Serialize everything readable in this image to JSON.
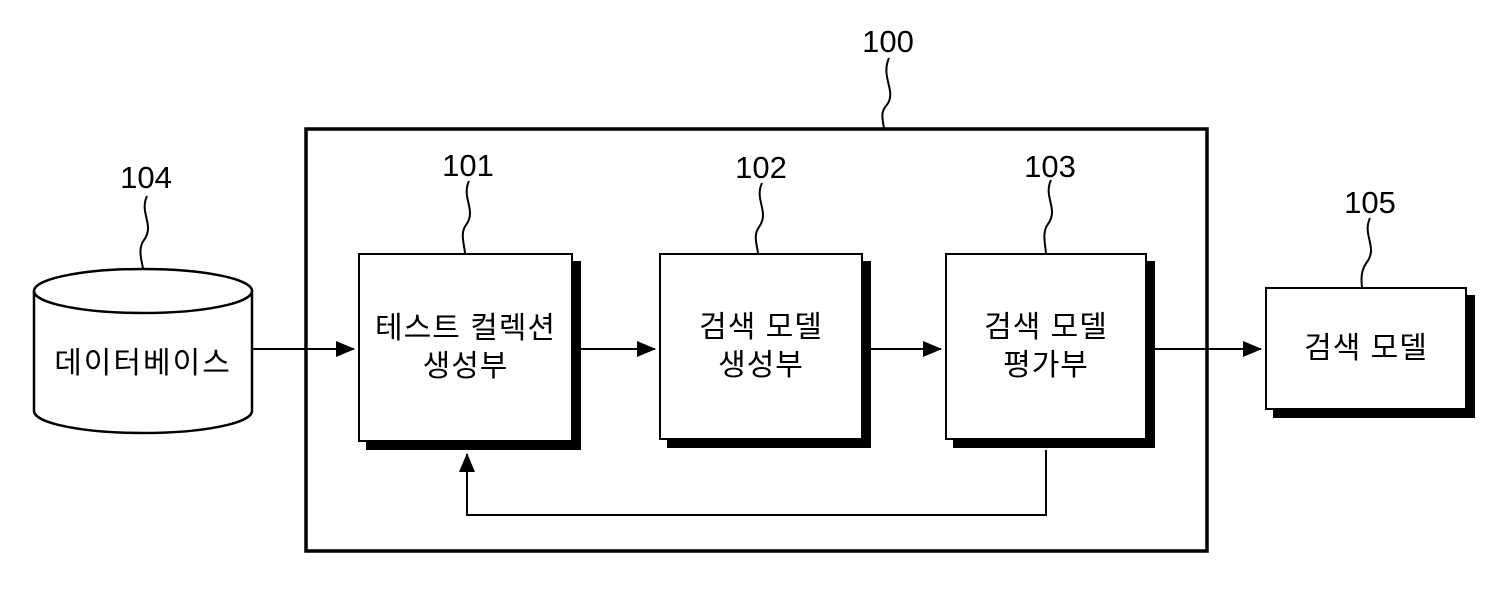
{
  "figure": {
    "colors": {
      "line": "#000000",
      "background": "#ffffff"
    },
    "system_box": {
      "ref": "100"
    },
    "nodes": {
      "database": {
        "ref": "104",
        "label": "데이터베이스",
        "shape": "cylinder"
      },
      "test_collection_unit": {
        "ref": "101",
        "line1": "테스트 컬렉션",
        "line2": "생성부"
      },
      "model_generation_unit": {
        "ref": "102",
        "line1": "검색 모델",
        "line2": "생성부"
      },
      "model_evaluation_unit": {
        "ref": "103",
        "line1": "검색 모델",
        "line2": "평가부"
      },
      "search_model": {
        "ref": "105",
        "label": "검색 모델"
      }
    },
    "connections": [
      {
        "from": "104",
        "to": "101",
        "type": "arrow"
      },
      {
        "from": "101",
        "to": "102",
        "type": "arrow"
      },
      {
        "from": "102",
        "to": "103",
        "type": "arrow"
      },
      {
        "from": "103",
        "to": "105",
        "type": "arrow"
      },
      {
        "from": "103",
        "to": "101",
        "type": "feedback-arrow"
      }
    ]
  }
}
